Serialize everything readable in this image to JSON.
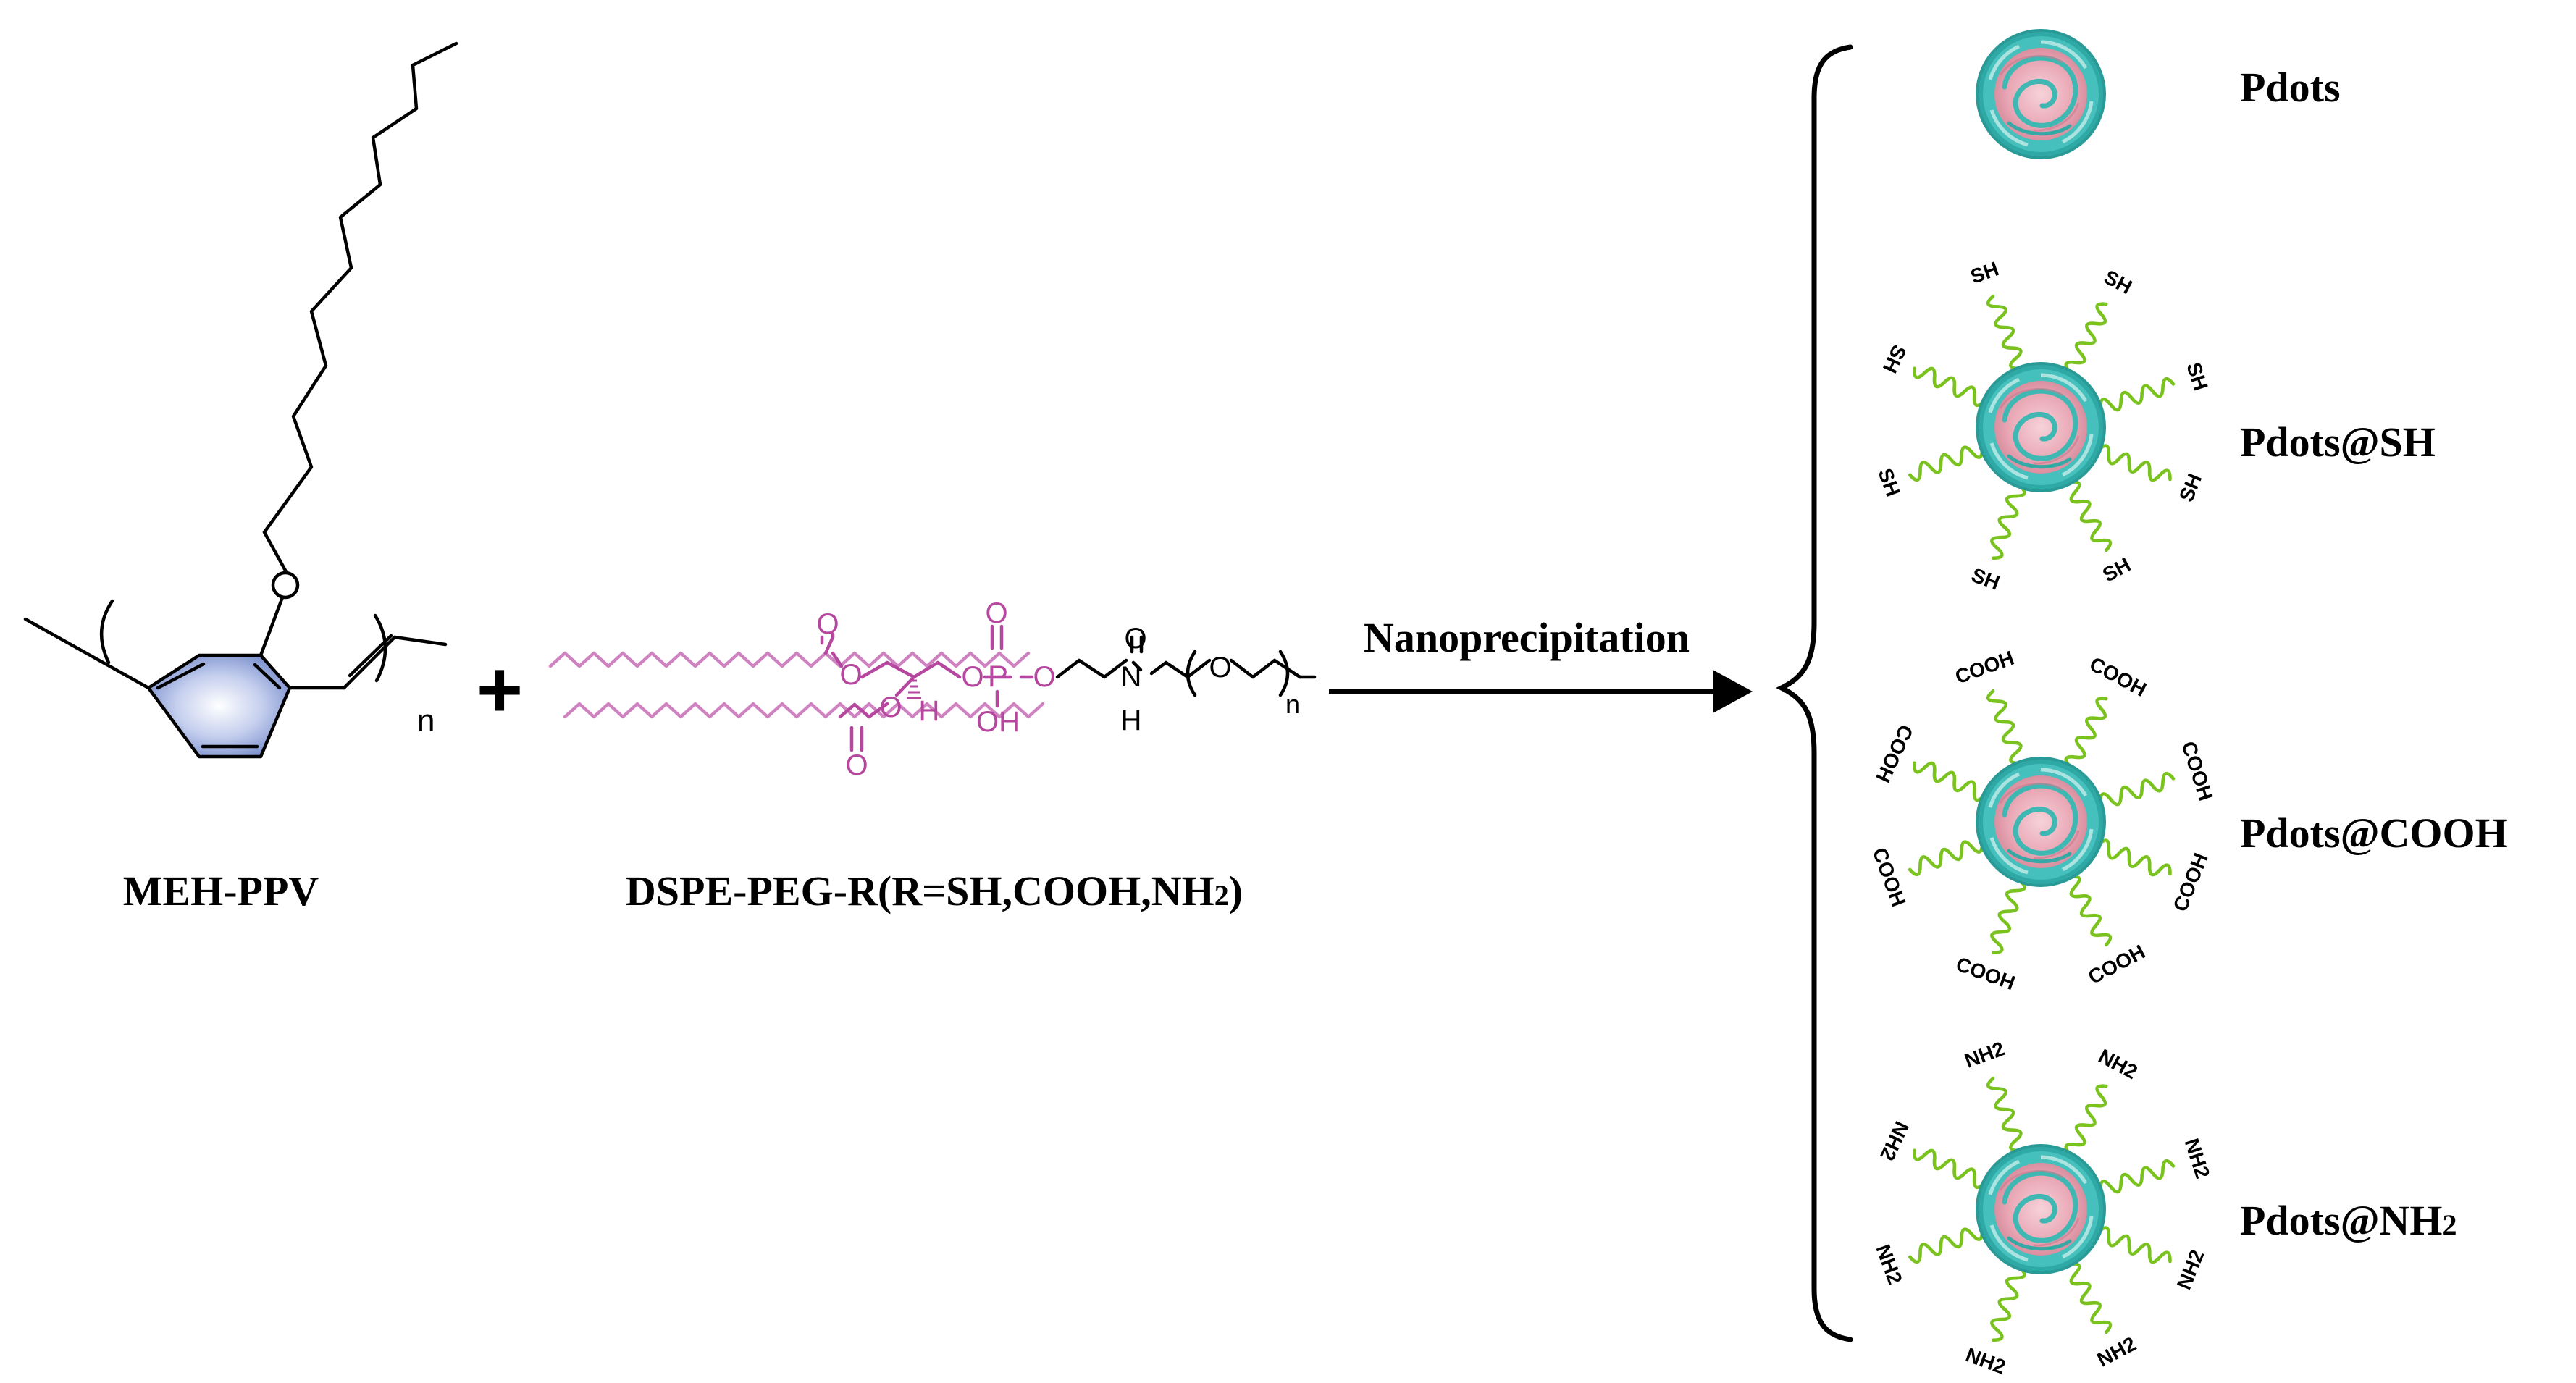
{
  "reactants": {
    "polymer": {
      "name": "MEH-PPV",
      "subscript": "n",
      "ether_oxygen": "O"
    },
    "plus_sign": "+",
    "lipid": {
      "name": "DSPE-PEG-R(R=SH,COOH,NH",
      "name_subscript": "2",
      "name_close": ")",
      "atoms": {
        "carbonyl_o": "O",
        "ester_o": "O",
        "stereo_h": "H",
        "phosphate_o": "O",
        "phosphorus": "P",
        "hydroxyl": "OH",
        "amide_n": "N",
        "amide_h": "H",
        "amide_o": "O",
        "peg_o": "O",
        "peg_n": "n"
      }
    }
  },
  "arrow": {
    "label": "Nanoprecipitation"
  },
  "products": [
    {
      "label": "Pdots",
      "label_sub": "",
      "ligand": ""
    },
    {
      "label": "Pdots@SH",
      "label_sub": "",
      "ligand": "SH"
    },
    {
      "label": "Pdots@COOH",
      "label_sub": "",
      "ligand": "COOH"
    },
    {
      "label": "Pdots@NH",
      "label_sub": "2",
      "ligand": "NH2"
    }
  ],
  "colors": {
    "lipid": "#b5479e",
    "lipid_light": "#cf82c0",
    "ligand_chain": "#7ac21e",
    "dot_shell": "#3fb8b3",
    "dot_core": "#e9a7b5",
    "ring_fill": "#8ea2d6"
  },
  "icons": [
    "benzene-ring",
    "polymer-dot",
    "peg-ligand-chain",
    "curly-brace",
    "reaction-arrow"
  ]
}
